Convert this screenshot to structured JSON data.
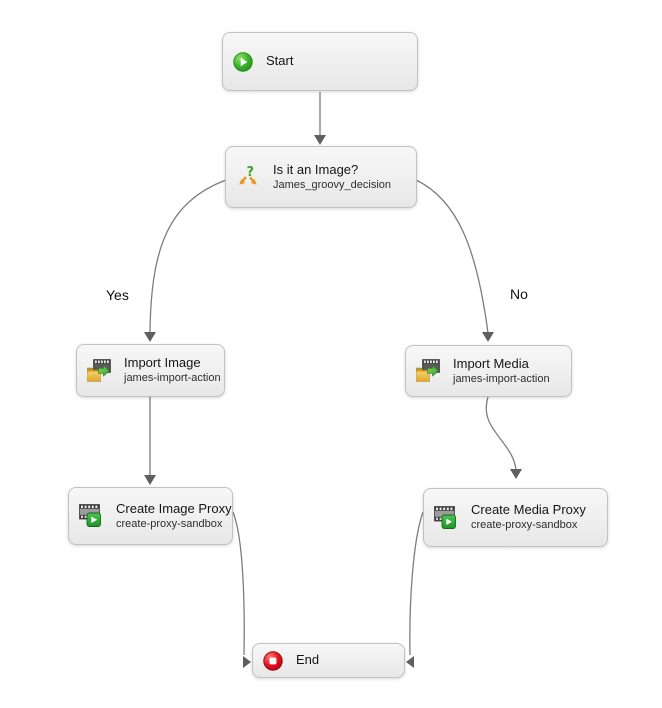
{
  "diagram": {
    "type": "workflow-flowchart",
    "nodes": [
      {
        "id": "start",
        "title": "Start",
        "subtitle": "",
        "icon": "start-play-icon"
      },
      {
        "id": "decision",
        "title": "Is it an Image?",
        "subtitle": "James_groovy_decision",
        "icon": "decision-branch-icon"
      },
      {
        "id": "import-image",
        "title": "Import Image",
        "subtitle": "james-import-action",
        "icon": "import-media-icon"
      },
      {
        "id": "import-media",
        "title": "Import Media",
        "subtitle": "james-import-action",
        "icon": "import-media-icon"
      },
      {
        "id": "create-image-proxy",
        "title": "Create Image Proxy",
        "subtitle": "create-proxy-sandbox",
        "icon": "create-proxy-icon"
      },
      {
        "id": "create-media-proxy",
        "title": "Create Media Proxy",
        "subtitle": "create-proxy-sandbox",
        "icon": "create-proxy-icon"
      },
      {
        "id": "end",
        "title": "End",
        "subtitle": "",
        "icon": "end-stop-icon"
      }
    ],
    "edges": [
      {
        "from": "start",
        "to": "decision",
        "label": ""
      },
      {
        "from": "decision",
        "to": "import-image",
        "label": "Yes"
      },
      {
        "from": "decision",
        "to": "import-media",
        "label": "No"
      },
      {
        "from": "import-image",
        "to": "create-image-proxy",
        "label": ""
      },
      {
        "from": "import-media",
        "to": "create-media-proxy",
        "label": ""
      },
      {
        "from": "create-image-proxy",
        "to": "end",
        "label": ""
      },
      {
        "from": "create-media-proxy",
        "to": "end",
        "label": ""
      }
    ],
    "colors": {
      "canvas_bg": "#ffffff",
      "node_bg_top": "#f7f7f7",
      "node_bg_bottom": "#e7e7e7",
      "node_border": "#c2c2c2",
      "edge_line": "#7d7d7d",
      "arrowhead": "#5f5f5f",
      "start_green": "#3cb02a",
      "end_red": "#e3121f",
      "decision_orange": "#e8961e",
      "decision_question_green": "#3fa32c",
      "folder_yellow": "#eec14f",
      "proxy_green": "#2fae38"
    }
  }
}
